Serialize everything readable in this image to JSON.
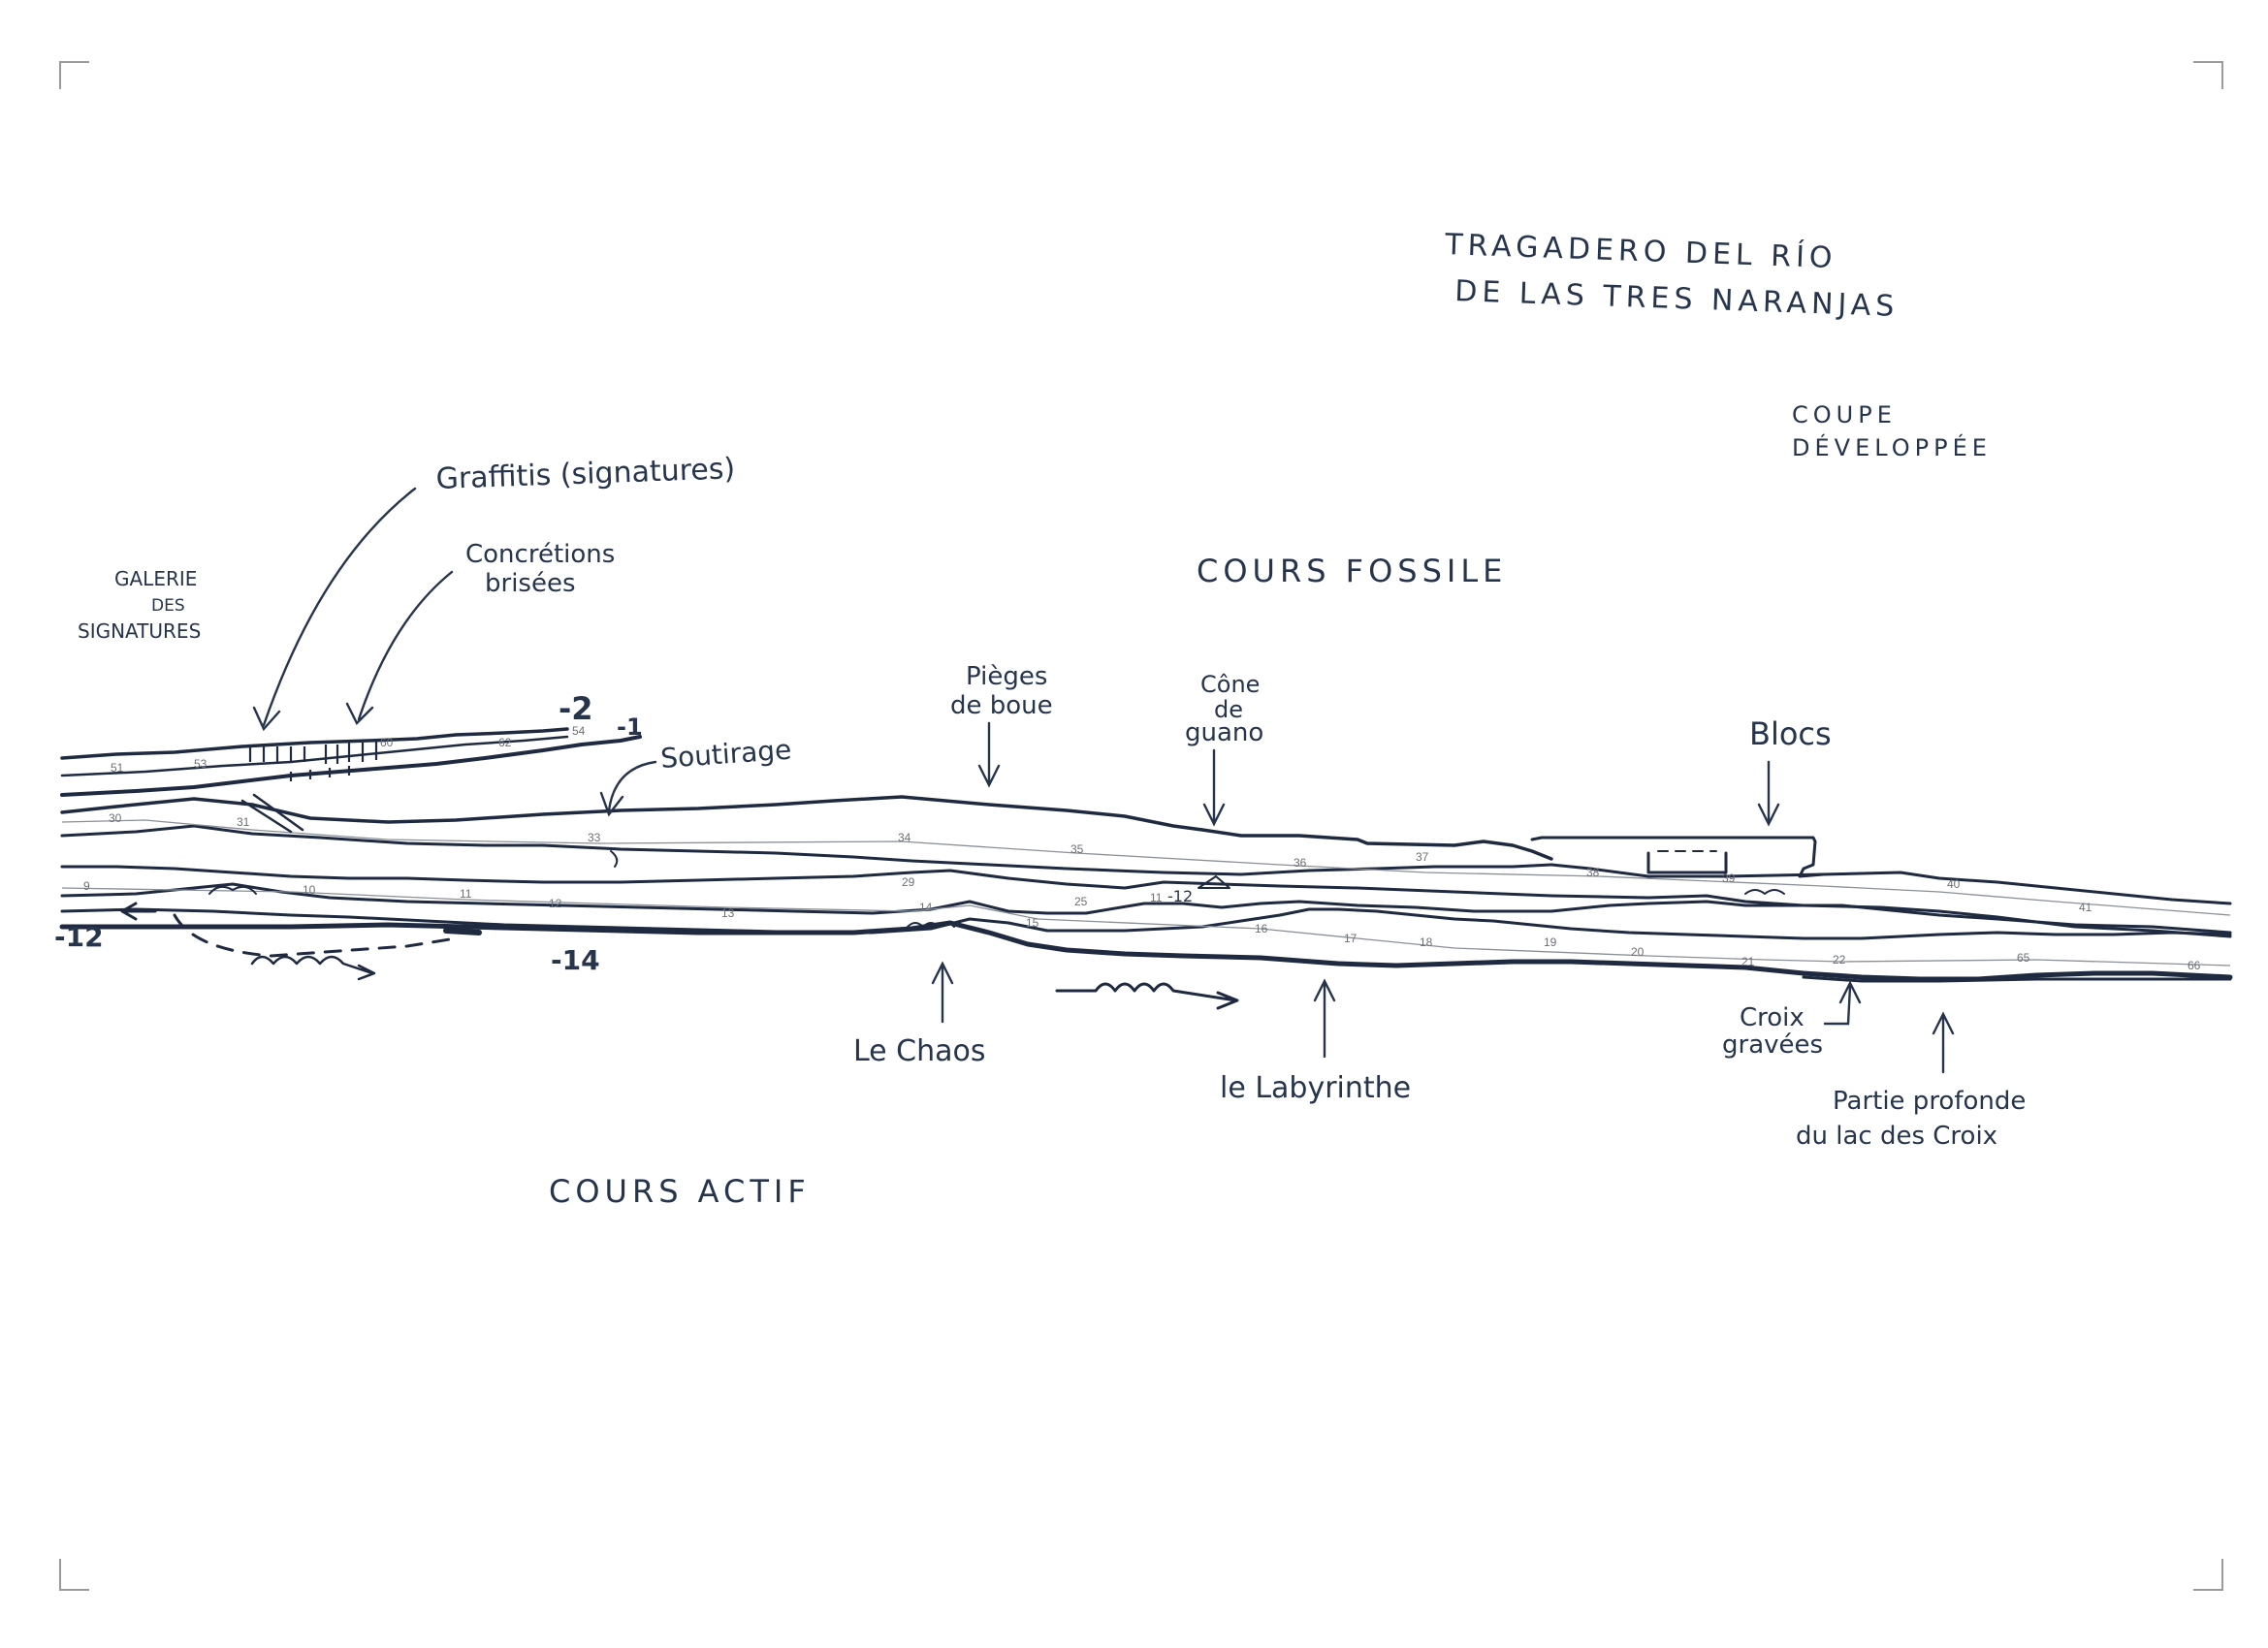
{
  "title_line1": "TRAGADERO DEL RÍO",
  "title_line2": "DE LAS TRES NARANJAS",
  "subtitle_line1": "COUPE",
  "subtitle_line2": "DÉVELOPPÉE",
  "zones": {
    "fossil": "COURS FOSSILE",
    "active": "COURS ACTIF"
  },
  "labels": {
    "galerie_1": "GALERIE",
    "galerie_2": "DES",
    "galerie_3": "SIGNATURES",
    "graffitis": "Graffitis (signatures)",
    "concretions_1": "Concrétions",
    "concretions_2": "brisées",
    "soutirage": "Soutirage",
    "pieges_1": "Pièges",
    "pieges_2": "de boue",
    "cone_1": "Cône",
    "cone_2": "de",
    "cone_3": "guano",
    "blocs": "Blocs",
    "chaos": "Le Chaos",
    "labyrinthe": "le Labyrinthe",
    "croix_1": "Croix",
    "croix_2": "gravées",
    "partie_1": "Partie profonde",
    "partie_2": "du lac des Croix"
  },
  "depths": {
    "d_minus2": "-2",
    "d_minus1": "-1",
    "d_minus12": "-12",
    "d_minus14": "-14",
    "d_1212": "-12"
  },
  "stations": {
    "s51": "51",
    "s53": "53",
    "s60": "60",
    "s62": "62",
    "s54": "54",
    "s30": "30",
    "s31": "31",
    "s33": "33",
    "s34": "34",
    "s35": "35",
    "s36": "36",
    "s37": "37",
    "s38": "38",
    "s39": "39",
    "s40": "40",
    "s41": "41",
    "s9": "9",
    "s10": "10",
    "s11": "11",
    "s12": "12",
    "s13": "13",
    "s14": "14",
    "s15": "15",
    "s16": "16",
    "s17": "17",
    "s18": "18",
    "s19": "19",
    "s20": "20",
    "s21": "21",
    "s22": "22",
    "s65": "65",
    "s66": "66",
    "s29": "29",
    "s25": "25",
    "s11b": "11"
  }
}
